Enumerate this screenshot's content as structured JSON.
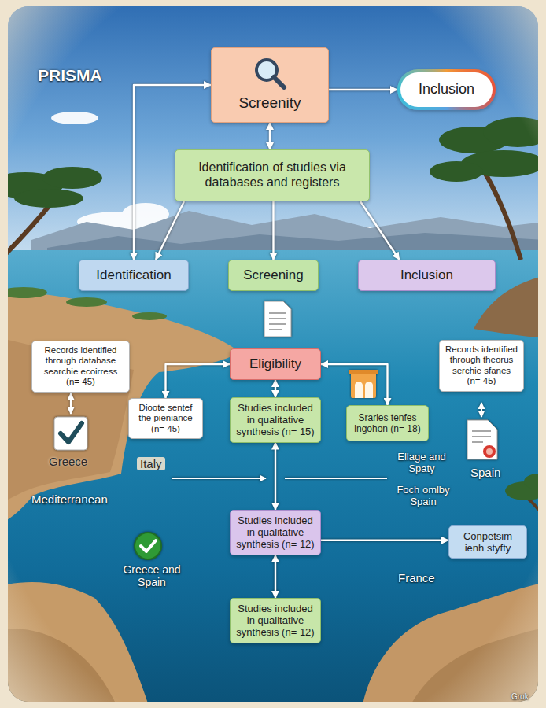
{
  "diagram": {
    "title": "PRISMA",
    "nodes": [
      {
        "text": [
          "Screenity"
        ]
      },
      {
        "text": [
          "Inclusion"
        ]
      },
      {
        "text": [
          "Identification of studies via databases and registers"
        ]
      },
      {
        "text": [
          "Identification"
        ]
      },
      {
        "text": [
          "Screening"
        ]
      },
      {
        "text": [
          "Inclusion"
        ]
      },
      {
        "text": [
          "Eligibility"
        ]
      },
      {
        "text": [
          "Records identified through database searchie ecoirress (n= 45)"
        ]
      },
      {
        "text": [
          "Records identified through theorus serchie sfanes (n= 45)"
        ]
      },
      {
        "text": [
          "Dioote sentef the pieniance (n= 45)"
        ]
      },
      {
        "text": [
          "Studies included in qualitative synthesis (n= 15)"
        ]
      },
      {
        "text": [
          "Sraries tenfes ingohon (n= 18)"
        ]
      },
      {
        "text": [
          "Studies included in qualitative synthesis (n= 12)"
        ]
      },
      {
        "text": [
          "Studies included in qualitative synthesis (n= 12)"
        ]
      },
      {
        "text": [
          "Conpetsim ienh styfty"
        ]
      }
    ],
    "edges": [
      {
        "from": 2,
        "to": 0,
        "arrow": "both"
      },
      {
        "from": 0,
        "to": 1,
        "arrow": "to"
      },
      {
        "from": 3,
        "to": 0,
        "arrow": "both"
      },
      {
        "from": 2,
        "to": 3,
        "arrow": "to"
      },
      {
        "from": 2,
        "to": 4,
        "arrow": "to"
      },
      {
        "from": 2,
        "to": 5,
        "arrow": "to"
      },
      {
        "from": 6,
        "to": 10,
        "arrow": "both"
      },
      {
        "from": 9,
        "to": 6,
        "arrow": "both"
      },
      {
        "from": 11,
        "to": 6,
        "arrow": "both"
      },
      {
        "from": 10,
        "to": 12,
        "arrow": "both"
      },
      {
        "from": 12,
        "to": 14,
        "arrow": "to"
      },
      {
        "from": 12,
        "to": 13,
        "arrow": "both"
      }
    ],
    "labels": [
      "Greece",
      "Italy",
      "Ellage and Spaty",
      "Spain",
      "Mediterranean",
      "Foch omlby Spain",
      "Greece and Spain",
      "France",
      "Grok"
    ]
  }
}
